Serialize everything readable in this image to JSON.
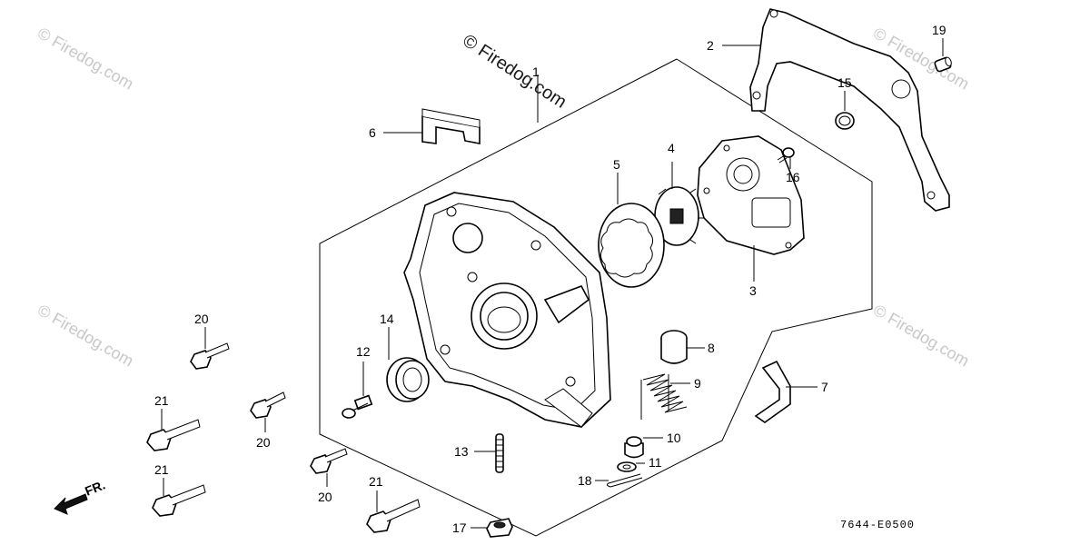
{
  "diagram": {
    "watermark_main": "© Firedog.com",
    "watermark_repeat": "© Firedog.com",
    "drawing_code": "7644-E0500",
    "front_label": "FR.",
    "callouts": [
      "1",
      "2",
      "3",
      "4",
      "5",
      "6",
      "7",
      "8",
      "9",
      "10",
      "11",
      "12",
      "13",
      "14",
      "15",
      "16",
      "17",
      "18",
      "19",
      "20",
      "20",
      "20",
      "21",
      "21",
      "21"
    ]
  }
}
